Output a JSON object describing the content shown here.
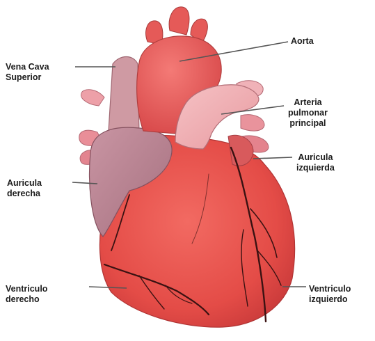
{
  "labels": {
    "vena_cava": [
      "Vena Cava",
      "Superior"
    ],
    "aorta": [
      "Aorta"
    ],
    "arteria": [
      "Arteria",
      "pulmonar",
      "principal"
    ],
    "auricula_izquierda": [
      "Auricula",
      "izquierda"
    ],
    "auricula_derecha": [
      "Auricula",
      "derecha"
    ],
    "ventriculo_derecho": [
      "Ventriculo",
      "derecho"
    ],
    "ventriculo_izquierdo": [
      "Ventriculo",
      "izquierdo"
    ]
  },
  "colors": {
    "ventricle": "#e8504a",
    "aorta": "#e65a58",
    "pulmonary_artery": "#efa9ae",
    "vena_cava": "#cf9aa3",
    "right_atrium": "#b47e8f",
    "vessel": "#3a1212"
  }
}
